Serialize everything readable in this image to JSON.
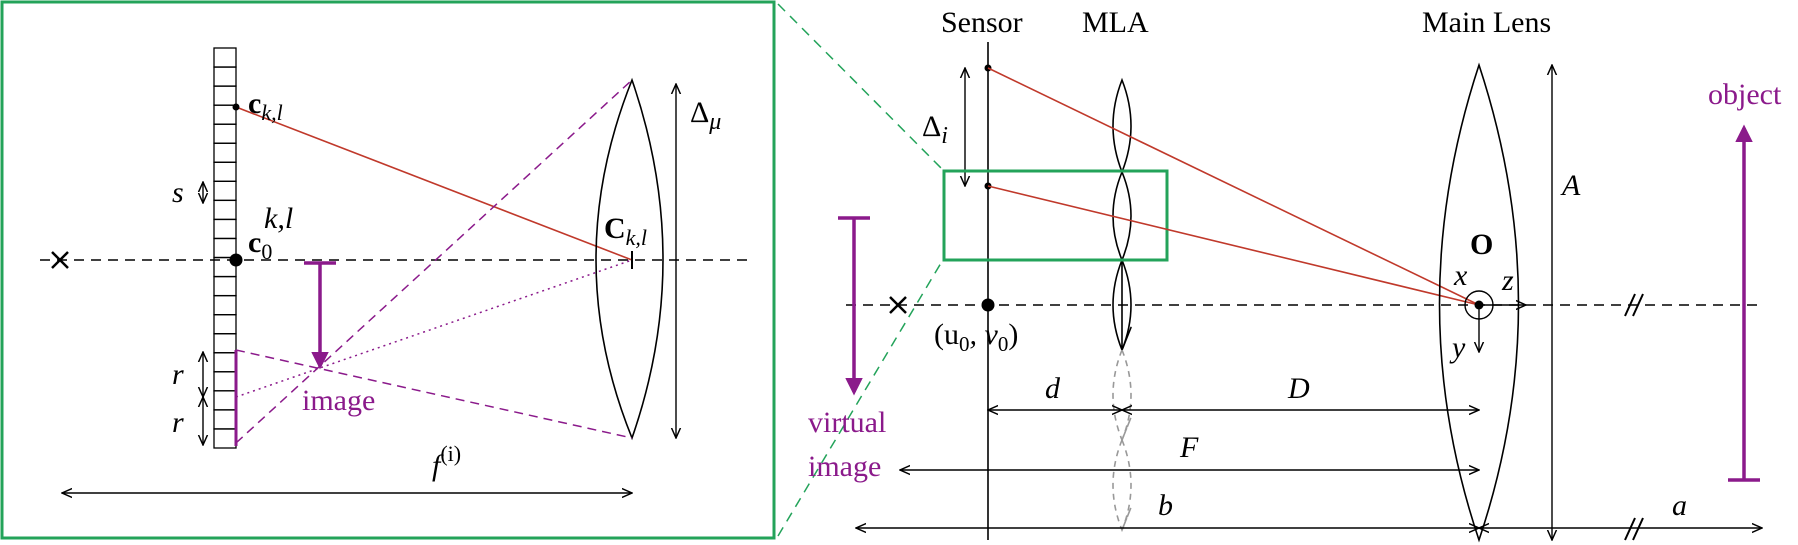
{
  "diagram": {
    "inset": {
      "point_ckl_base": "c",
      "point_ckl_sub": "k,l",
      "point_c0_base": "c",
      "point_c0_sub": "0",
      "point_c0_sup": "k,l",
      "center_base": "C",
      "center_sub": "k,l",
      "label_s": "s",
      "label_r_top": "r",
      "label_r_bottom": "r",
      "label_delta_mu_base": "Δ",
      "label_delta_mu_sub": "μ",
      "label_image": "image",
      "label_fi_base": "f",
      "label_fi_sup": "(i)"
    },
    "main": {
      "label_sensor": "Sensor",
      "label_mla": "MLA",
      "label_main_lens": "Main Lens",
      "label_object": "object",
      "label_delta_i_base": "Δ",
      "label_delta_i_sub": "i",
      "label_A": "A",
      "label_O": "O",
      "label_x": "x",
      "label_y": "y",
      "label_z": "z",
      "label_uv": "(u",
      "label_uv_sub1": "0",
      "label_uv_mid": ", v",
      "label_uv_sub2": "0",
      "label_uv_end": ")",
      "label_d": "d",
      "label_D": "D",
      "label_F": "F",
      "label_b": "b",
      "label_a": "a",
      "label_virtual": "virtual",
      "label_virtual_image": "image"
    },
    "colors": {
      "purple": "#8b1a8b",
      "red": "#c0392b",
      "green": "#23a35a",
      "black": "#000000"
    }
  }
}
